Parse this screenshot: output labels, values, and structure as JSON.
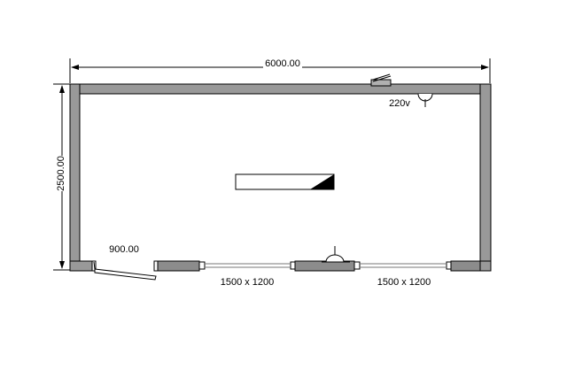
{
  "dimensions": {
    "width_label": "6000.00",
    "height_label": "2500.00",
    "door_label": "900.00"
  },
  "windows": [
    {
      "label": "1500 x 1200"
    },
    {
      "label": "1500 x 1200"
    }
  ],
  "socket": {
    "label": "220v"
  },
  "colors": {
    "wall": "#999999",
    "frame": "#8c8c8c",
    "line": "#000000"
  },
  "icons": [
    "ac-unit-icon",
    "socket-icon",
    "light-icon",
    "radiator-icon"
  ]
}
